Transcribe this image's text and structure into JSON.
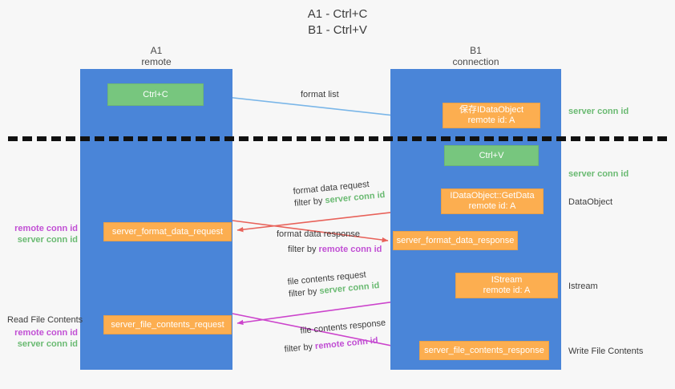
{
  "title": {
    "line1": "A1 - Ctrl+C",
    "line2": "B1 - Ctrl+V"
  },
  "columns": {
    "a1": {
      "name": "A1",
      "role": "remote"
    },
    "b1": {
      "name": "B1",
      "role": "connection"
    }
  },
  "nodes": {
    "ctrl_c": {
      "label": "Ctrl+C",
      "color": "#77c67e"
    },
    "save_dataobject": {
      "line1": "保存IDataObject",
      "line2": "remote id: A",
      "color": "#fcae50"
    },
    "ctrl_v": {
      "label": "Ctrl+V",
      "color": "#77c67e"
    },
    "getdata": {
      "line1": "IDataObject::GetData",
      "line2": "remote id: A",
      "color": "#fcae50"
    },
    "istream": {
      "line1": "IStream",
      "line2": "remote id: A",
      "color": "#fcae50"
    },
    "format_data_request": {
      "label": "server_format_data_request",
      "color": "#fcae50"
    },
    "format_data_response": {
      "label": "server_format_data_response",
      "color": "#fcae50"
    },
    "file_contents_request": {
      "label": "server_file_contents_request",
      "color": "#fcae50"
    },
    "file_contents_response": {
      "label": "server_file_contents_response",
      "color": "#fcae50"
    }
  },
  "edges": {
    "format_list": {
      "text": "format list"
    },
    "format_data_request": {
      "text": "format data request",
      "filter_prefix": "filter by ",
      "filter_term": "server conn id"
    },
    "format_data_response": {
      "text": "format data response",
      "filter_prefix": "filter by ",
      "filter_term": "remote conn id"
    },
    "file_contents_request": {
      "text": "file contents request",
      "filter_prefix": "filter by ",
      "filter_term": "server conn id"
    },
    "file_contents_response": {
      "text": "file contents response",
      "filter_prefix": "filter by ",
      "filter_term": "remote conn id"
    }
  },
  "side_labels": {
    "server_conn_id_1": "server conn id",
    "server_conn_id_2": "server conn id",
    "dataobject": "DataObject",
    "istream": "Istream",
    "write_file_contents": "Write File Contents"
  },
  "left_labels": {
    "group1": {
      "remote": "remote conn id",
      "server": "server conn id"
    },
    "read_file_contents": "Read File Contents",
    "group2": {
      "remote": "remote conn id",
      "server": "server conn id"
    }
  },
  "colors": {
    "background": "#f7f7f7",
    "column": "#4a85d8",
    "green": "#77c67e",
    "orange": "#fcae50",
    "green_text": "#6aba72",
    "purple_text": "#c14fd4",
    "arrow_blue": "#7ab6e8",
    "arrow_red": "#e8625a",
    "arrow_magenta": "#cc44cc",
    "arrow_black": "#111111",
    "divider": "#111111"
  }
}
